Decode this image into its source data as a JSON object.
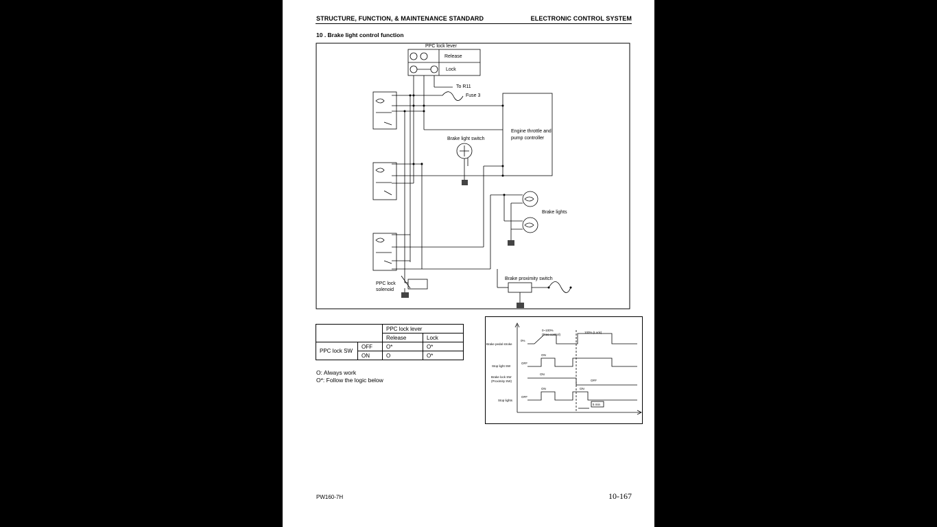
{
  "header": {
    "left": "STRUCTURE, FUNCTION, & MAINTENANCE STANDARD",
    "right": "ELECTRONIC CONTROL SYSTEM"
  },
  "section_title": "10 . Brake light control function",
  "circuit": {
    "ppc_lock_lever": "PPC lock lever",
    "release": "Release",
    "lock": "Lock",
    "to_r11": "To R11",
    "fuse3": "Fuse 3",
    "controller_line1": "Engine throttle and",
    "controller_line2": "pump controller",
    "brake_light_switch": "Brake light switch",
    "brake_lights": "Brake lights",
    "ppc_lock_solenoid_line1": "PPC lock",
    "ppc_lock_solenoid_line2": "solenoid",
    "brake_proximity_switch": "Brake proximity switch"
  },
  "table": {
    "col_header": "PPC lock lever",
    "sub_release": "Release",
    "sub_lock": "Lock",
    "row_header": "PPC lock SW",
    "rows": [
      {
        "state": "OFF",
        "release": "O*",
        "lock": "O*"
      },
      {
        "state": "ON",
        "release": "O",
        "lock": "O*"
      }
    ]
  },
  "legend": {
    "line1": "O: Always work",
    "line2": "O*: Follow the logic below"
  },
  "timing": {
    "brake_pedal_stroke": "Brake pedal stroke",
    "stop_light_sw": "Stop light SW",
    "brake_lock_sw_line1": "Brake lock SW",
    "brake_lock_sw_line2": "(Proximity SW)",
    "stop_lights": "Stop lights",
    "pct0": "0%",
    "range_line1": "0~100%",
    "range_line2": "(Free control)",
    "lock100": "100% (Lock)",
    "on": "ON",
    "off": "OFF",
    "delay": "5 min"
  },
  "footer": {
    "model": "PW160-7H",
    "page": "10-167"
  }
}
